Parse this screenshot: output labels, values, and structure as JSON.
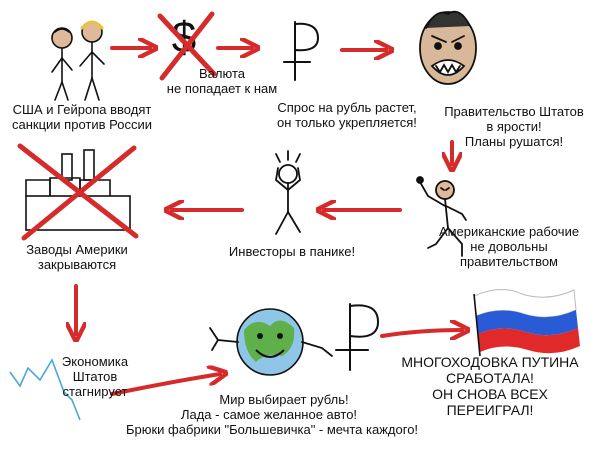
{
  "colors": {
    "ink": "#111111",
    "arrow": "#d62b2b",
    "globe_water": "#8fc6e8",
    "globe_land": "#5fb04a",
    "flag_white": "#ffffff",
    "flag_blue": "#2a5bd7",
    "flag_red": "#e02a2a",
    "decline_line": "#4aa8d8",
    "skin": "#e0b89a"
  },
  "icons": {
    "leaders": "two-people-figures-icon",
    "dollar": "crossed-out-dollar-icon",
    "ruble": "ruble-sign-icon",
    "angry_face": "angry-face-icon",
    "worker": "angry-worker-figure-icon",
    "investor": "panicking-stick-figure-icon",
    "factory": "crossed-out-factory-icon",
    "decline": "declining-graph-icon",
    "globe": "smiling-globe-icon",
    "flag": "russian-flag-icon",
    "arrow": "red-arrow-icon"
  },
  "captions": {
    "sanctions": [
      "США и Гейропа вводят",
      "санкции против России"
    ],
    "currency": [
      "Валюта",
      "не попадает к нам"
    ],
    "ruble_demand": [
      "Спрос на рубль растет,",
      "он только укрепляется!"
    ],
    "government": [
      "Правительство Штатов",
      "в ярости!",
      "Планы рушатся!"
    ],
    "workers": [
      "Американские рабочие",
      "не довольны",
      "правительством"
    ],
    "investors": [
      "Инвесторы в панике!"
    ],
    "factories": [
      "Заводы Америки",
      "закрываются"
    ],
    "economy": [
      "Экономика",
      "Штатов",
      "стагнирует"
    ],
    "world": [
      "Мир выбирает рубль!",
      "Лада - самое желанное авто!",
      "Брюки фабрики \"Большевичка\" - мечта каждого!"
    ],
    "putin": [
      "МНОГОХОДОВКА ПУТИНА",
      "СРАБОТАЛА!",
      "ОН СНОВА ВСЕХ",
      "ПЕРЕИГРАЛ!"
    ]
  }
}
